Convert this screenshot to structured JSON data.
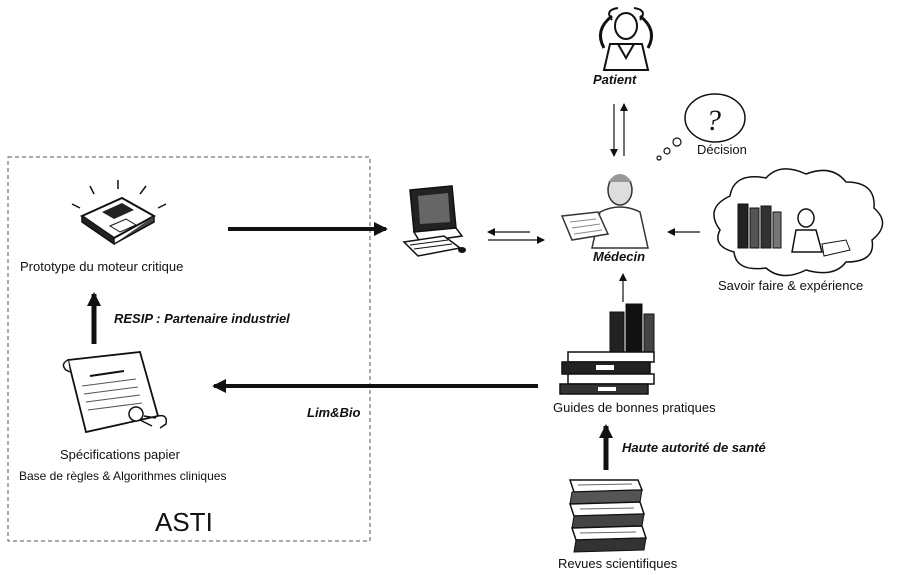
{
  "labels": {
    "patient": "Patient",
    "decision": "Décision",
    "prototype": "Prototype du moteur critique",
    "medecin": "Médecin",
    "savoir": "Savoir faire & expérience",
    "resip": "RESIP : Partenaire industriel",
    "limbio": "Lim&Bio",
    "guides": "Guides de bonnes pratiques",
    "specs": "Spécifications papier",
    "base_regles": "Base de règles & Algorithmes cliniques",
    "has": "Haute autorité de santé",
    "revues": "Revues scientifiques",
    "asti": "ASTI"
  },
  "icons": {
    "patient": "worried-man-icon",
    "thought": "question-thought-bubble-icon",
    "disk": "floppy-disk-icon",
    "computer": "computer-icon",
    "doctor": "doctor-reading-icon",
    "knowledge": "books-and-person-cloud-icon",
    "books": "book-stack-icon",
    "scroll": "certificate-scroll-icon",
    "journals": "journal-stack-icon"
  },
  "colors": {
    "ink": "#111111",
    "box_border": "#555555"
  }
}
